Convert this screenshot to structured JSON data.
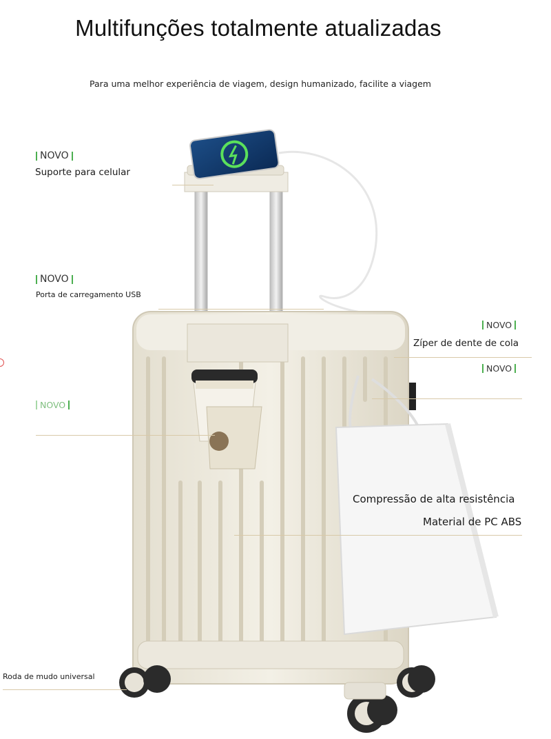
{
  "header": {
    "title": "Multifunções totalmente atualizadas",
    "subtitle": "Para uma melhor experiência de viagem, design humanizado, facilite a viagem"
  },
  "badge_text": "NOVO",
  "features": {
    "phone_holder": "Suporte para celular",
    "usb_port": "Porta de carregamento USB",
    "zipper": "Zíper de dente de cola",
    "compression": "Compressão de alta resistência",
    "material": "Material de PC ABS",
    "wheel": "Roda de mudo universal"
  },
  "colors": {
    "badge_accent": "#4caf50",
    "shell": "#ece8dc",
    "rule": "#d8c9a8"
  }
}
